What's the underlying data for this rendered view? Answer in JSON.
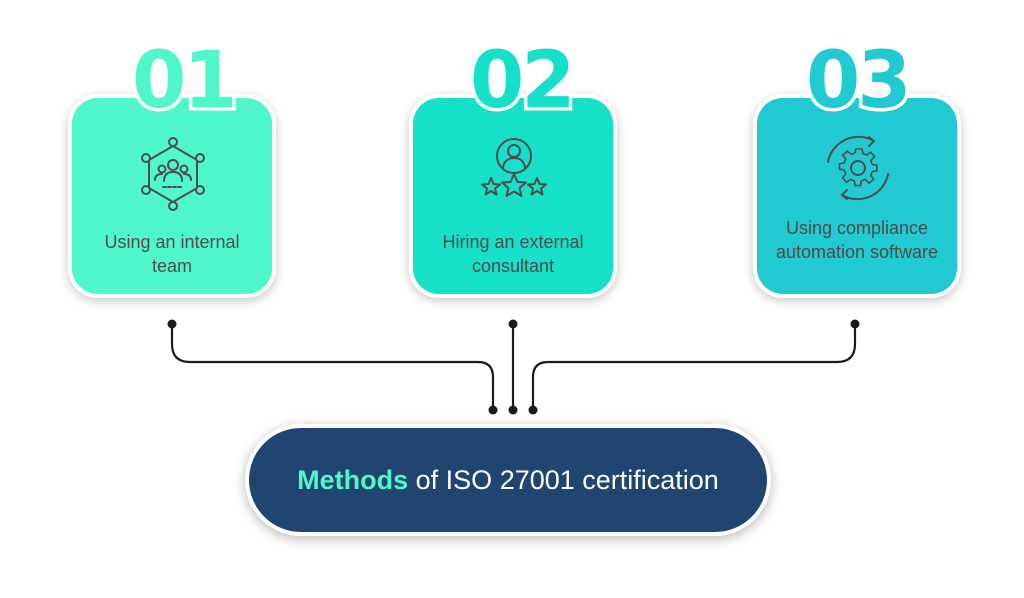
{
  "colors": {
    "card1": "#50f7cc",
    "card2": "#16e0c8",
    "card3": "#21c9d1",
    "pill": "#214571",
    "accent": "#50f7cc",
    "label_text": "#4d4d4d",
    "connector": "#1a1a1a"
  },
  "steps": [
    {
      "number": "01",
      "label": "Using an internal team",
      "icon": "team-network-icon"
    },
    {
      "number": "02",
      "label": "Hiring an external consultant",
      "icon": "consultant-rating-icon"
    },
    {
      "number": "03",
      "label": "Using compliance automation software",
      "icon": "automation-gear-icon"
    }
  ],
  "center": {
    "highlight": "Methods",
    "rest": " of ISO 27001 certification"
  }
}
